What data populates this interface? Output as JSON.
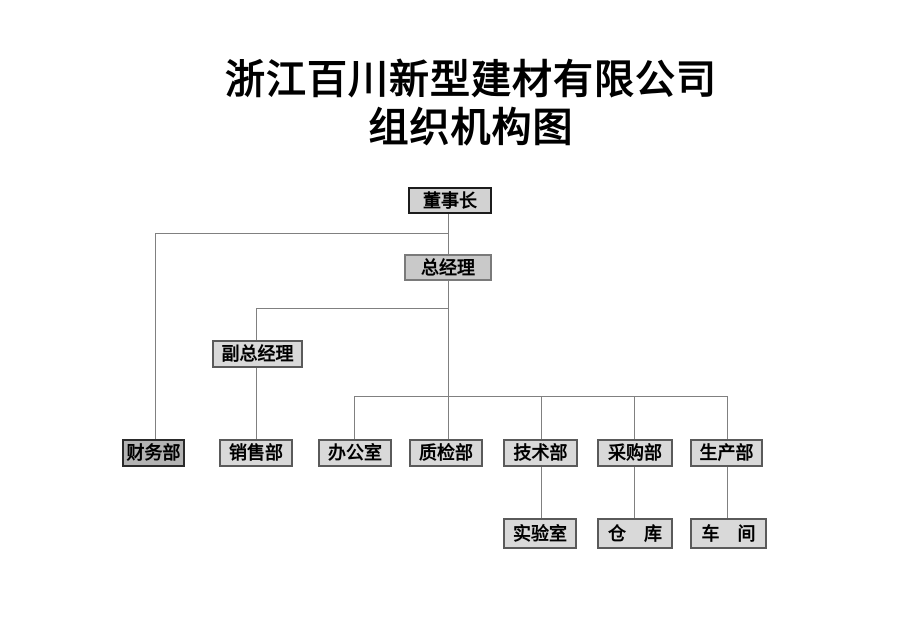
{
  "title": {
    "line1": "浙江百川新型建材有限公司",
    "line2": "组织机构图"
  },
  "colors": {
    "background": "#ffffff",
    "box_fill_light": "#d9d9d9",
    "box_fill_medium": "#c9c9c9",
    "box_fill_dark": "#b3b3b3",
    "box_border": "#5a5a5a",
    "connector_line": "#808080",
    "text": "#000000"
  },
  "nodes": [
    {
      "id": "chairman",
      "label": "董事长"
    },
    {
      "id": "general-manager",
      "label": "总经理"
    },
    {
      "id": "deputy-general-manager",
      "label": "副总经理"
    },
    {
      "id": "finance-dept",
      "label": "财务部"
    },
    {
      "id": "sales-dept",
      "label": "销售部"
    },
    {
      "id": "office",
      "label": "办公室"
    },
    {
      "id": "quality-dept",
      "label": "质检部"
    },
    {
      "id": "technology-dept",
      "label": "技术部"
    },
    {
      "id": "purchasing-dept",
      "label": "采购部"
    },
    {
      "id": "production-dept",
      "label": "生产部"
    },
    {
      "id": "laboratory",
      "label": "实验室"
    },
    {
      "id": "warehouse",
      "label": "仓　库"
    },
    {
      "id": "workshop",
      "label": "车　间"
    }
  ]
}
